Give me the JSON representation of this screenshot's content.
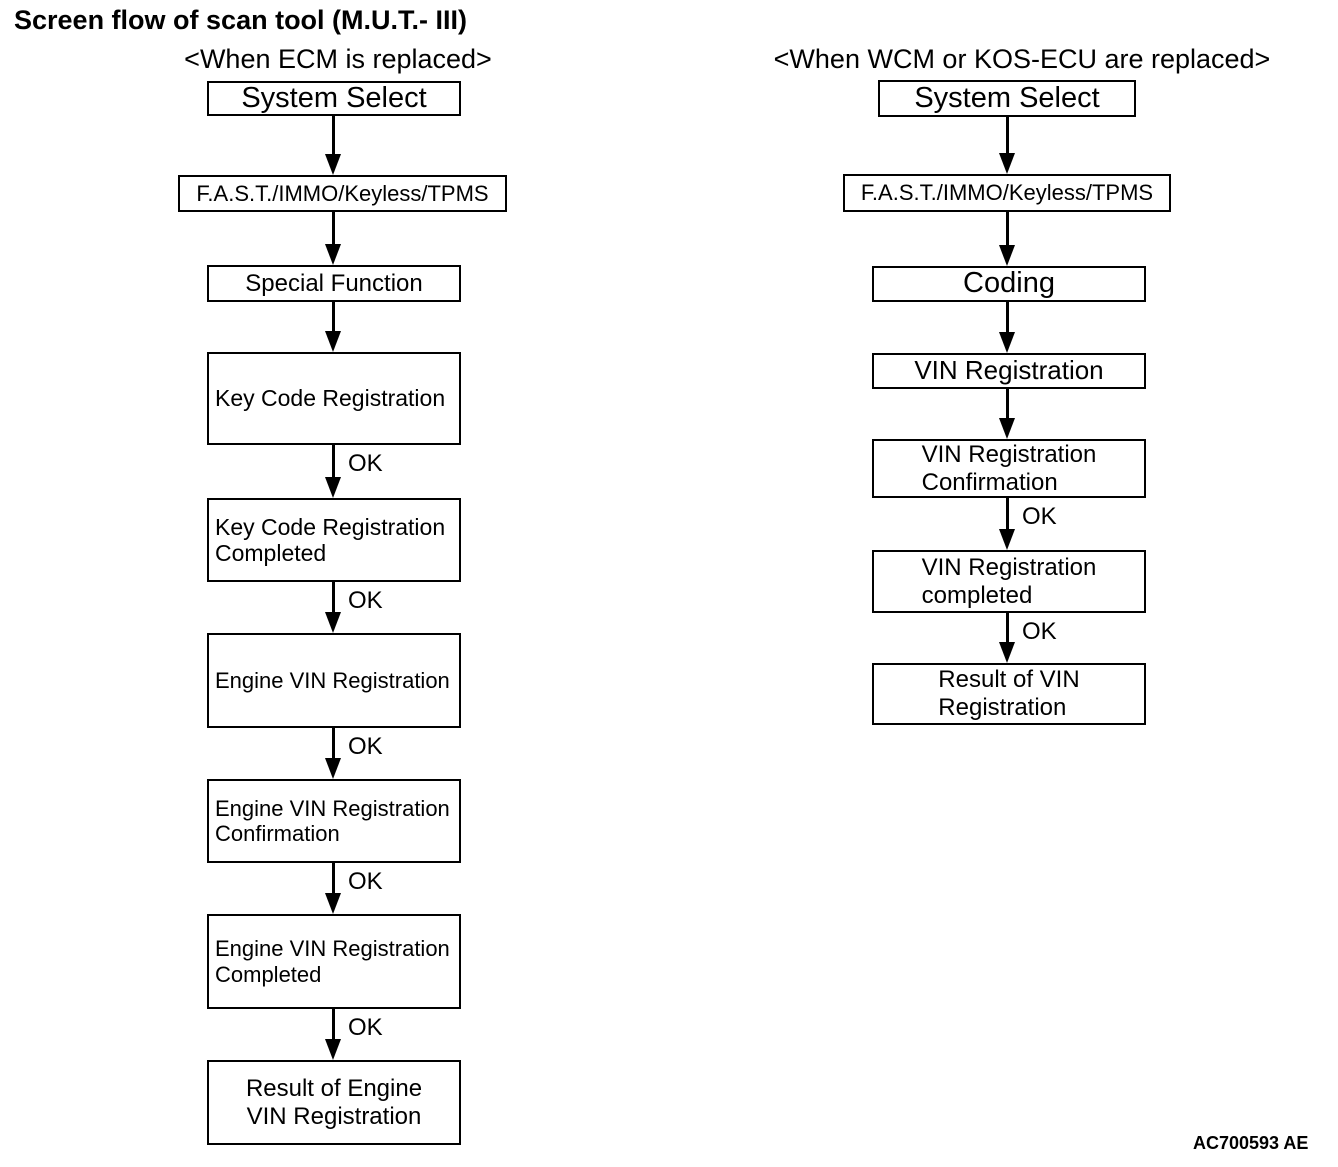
{
  "page": {
    "title": "Screen flow of scan tool (M.U.T.- III)",
    "figure_code": "AC700593 AE"
  },
  "colors": {
    "line": "#000000",
    "background": "#ffffff",
    "text": "#000000"
  },
  "left_flow": {
    "header": "<When ECM is replaced>",
    "nodes": [
      "System Select",
      "F.A.S.T./IMMO/Keyless/TPMS",
      "Special Function",
      "Key Code Registration",
      "Key Code Registration\nCompleted",
      "Engine VIN Registration",
      "Engine VIN Registration\nConfirmation",
      "Engine VIN Registration\nCompleted",
      "Result of Engine\nVIN Registration"
    ],
    "arrow_labels": [
      "",
      "",
      "",
      "OK",
      "OK",
      "OK",
      "OK",
      "OK"
    ]
  },
  "right_flow": {
    "header": "<When WCM or KOS-ECU are replaced>",
    "nodes": [
      "System Select",
      "F.A.S.T./IMMO/Keyless/TPMS",
      "Coding",
      "VIN Registration",
      "VIN Registration\nConfirmation",
      "VIN Registration\ncompleted",
      "Result of VIN\nRegistration"
    ],
    "arrow_labels": [
      "",
      "",
      "",
      "",
      "OK",
      "OK"
    ]
  }
}
